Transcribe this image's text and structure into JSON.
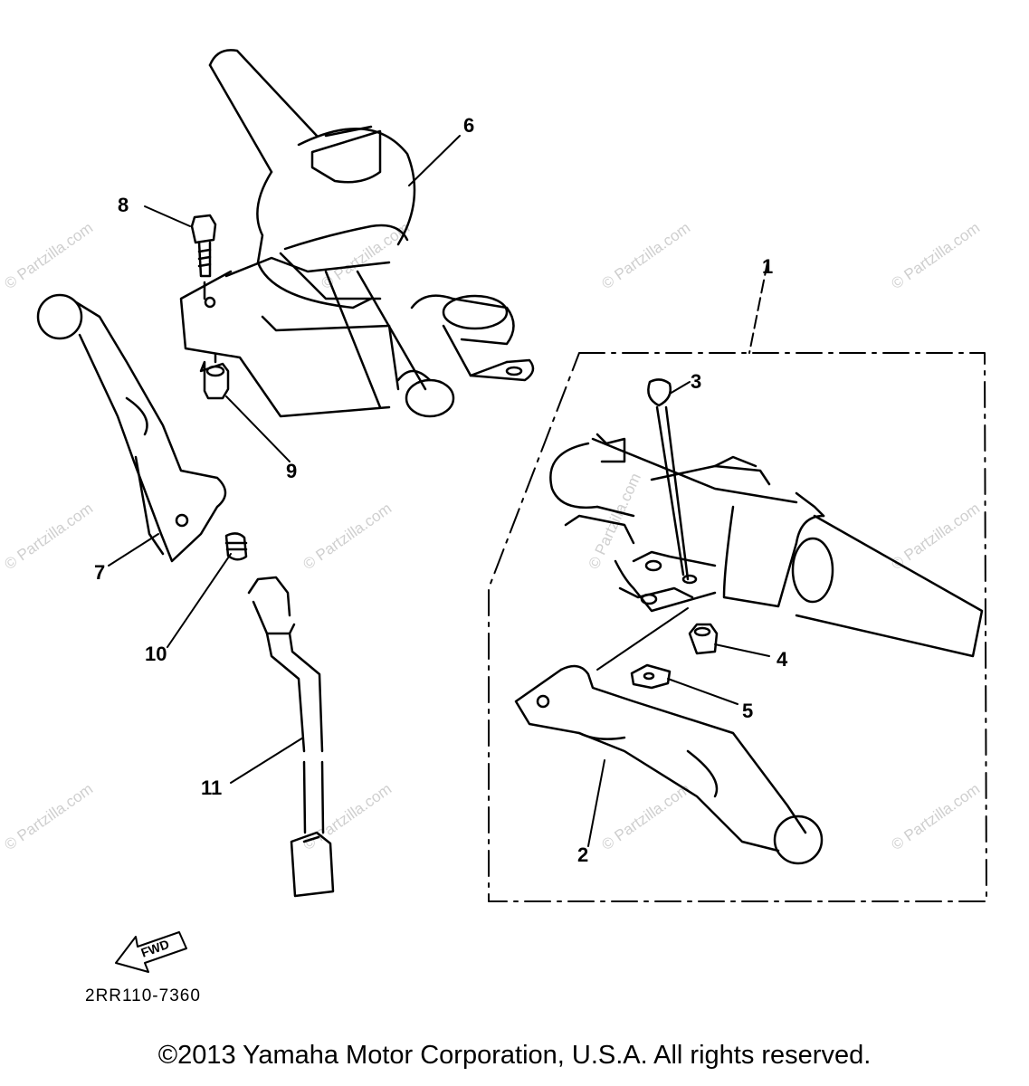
{
  "diagram": {
    "part_code": "2RR110-7360",
    "fwd_label": "FWD",
    "watermark_text": "© Partzilla.com",
    "callouts": [
      {
        "id": "1",
        "label": "1"
      },
      {
        "id": "2",
        "label": "2"
      },
      {
        "id": "3",
        "label": "3"
      },
      {
        "id": "4",
        "label": "4"
      },
      {
        "id": "5",
        "label": "5"
      },
      {
        "id": "6",
        "label": "6"
      },
      {
        "id": "7",
        "label": "7"
      },
      {
        "id": "8",
        "label": "8"
      },
      {
        "id": "9",
        "label": "9"
      },
      {
        "id": "10",
        "label": "10"
      },
      {
        "id": "11",
        "label": "11"
      }
    ]
  },
  "footer": {
    "copyright": "©2013 Yamaha Motor Corporation, U.S.A. All rights reserved."
  },
  "colors": {
    "line": "#000000",
    "watermark": "#cfcfcf",
    "background": "#ffffff"
  }
}
